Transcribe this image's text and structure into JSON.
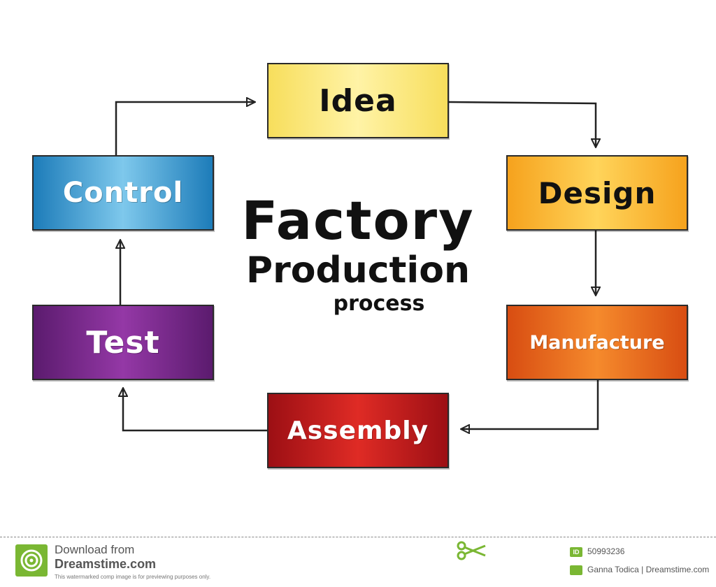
{
  "diagram": {
    "title": "Factory",
    "title_line2": "Production",
    "title_line3": "process",
    "steps": [
      {
        "label": "Idea",
        "color": "#f7de5c"
      },
      {
        "label": "Design",
        "color": "#f6a21d"
      },
      {
        "label": "Manufacture",
        "color": "#d84d12"
      },
      {
        "label": "Assembly",
        "color": "#c61e1e"
      },
      {
        "label": "Test",
        "color": "#7a2a8c"
      },
      {
        "label": "Control",
        "color": "#2f8fcb"
      }
    ],
    "arrow_color": "#222222"
  },
  "footer": {
    "download_text": "Download from",
    "site_name": "Dreamstime.com",
    "note": "This watermarked comp image is for previewing purposes only.",
    "id_badge": "ID",
    "image_id": "50993236",
    "author": "Ganna Todica | Dreamstime.com",
    "brand_color": "#7ab733",
    "logo_icon": "dreamstime-logo-icon",
    "scissors_icon": "scissors-icon"
  }
}
